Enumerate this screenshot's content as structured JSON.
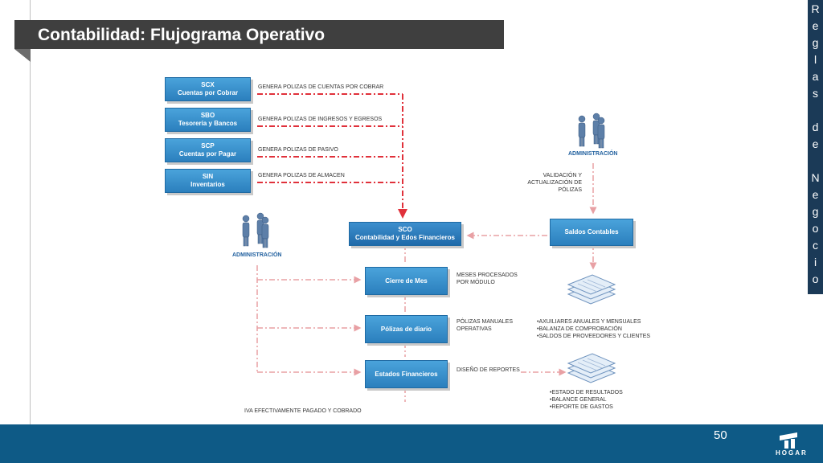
{
  "header": {
    "title": "Contabilidad: Flujograma Operativo"
  },
  "side_banner": {
    "chars": [
      "R",
      "e",
      "g",
      "l",
      "a",
      "s",
      "",
      "d",
      "e",
      "",
      "N",
      "e",
      "g",
      "o",
      "c",
      "i",
      "o"
    ]
  },
  "footer": {
    "page_number": "50",
    "logo": "HOGAR"
  },
  "modules": [
    {
      "code": "SCX",
      "name": "Cuentas por Cobrar",
      "desc": "GENERA POLIZAS DE CUENTAS POR COBRAR"
    },
    {
      "code": "SBO",
      "name": "Tesorería y Bancos",
      "desc": "GENERA POLIZAS DE INGRESOS Y EGRESOS"
    },
    {
      "code": "SCP",
      "name": "Cuentas por Pagar",
      "desc": "GENERA POLIZAS DE PASIVO"
    },
    {
      "code": "SIN",
      "name": "Inventarios",
      "desc": "GENERA POLIZAS DE ALMACEN"
    }
  ],
  "center": {
    "sco_code": "SCO",
    "sco_name": "Contabilidad y Edos Financieros",
    "cierre": "Cierre de Mes",
    "polizas": "Pólizas de diario",
    "estados": "Estados Financieros",
    "saldos": "Saldos Contables"
  },
  "labels": {
    "admin_left": "ADMINISTRACIÓN",
    "admin_right": "ADMINISTRACIÓN",
    "validacion": [
      "VALIDACIÓN Y",
      "ACTUALIZACIÓN DE",
      "PÓLIZAS"
    ],
    "meses": [
      "MESES PROCESADOS",
      "POR MÓDULO"
    ],
    "polizas_man": [
      "PÓLIZAS MANUALES",
      "OPERATIVAS"
    ],
    "diseno": "DISEÑO DE REPORTES",
    "iva": "IVA EFECTIVAMENTE PAGADO Y COBRADO",
    "auxiliares": [
      "•AXUILIARES ANUALES Y MENSUALES",
      "•BALANZA DE COMPROBACIÓN",
      "•SALDOS DE PROVEEDORES Y CLIENTES"
    ],
    "reportes": [
      "•ESTADO DE RESULTADOS",
      "•BALANCE GENERAL",
      "•REPORTE DE GASTOS"
    ]
  },
  "colors": {
    "title_bg": "#3f3f3f",
    "box_blue": "#2b7fbd",
    "line_red": "#e0313b",
    "line_pink": "#e8a0a4",
    "footer": "#0e5a86",
    "banner": "#1b3a57"
  }
}
